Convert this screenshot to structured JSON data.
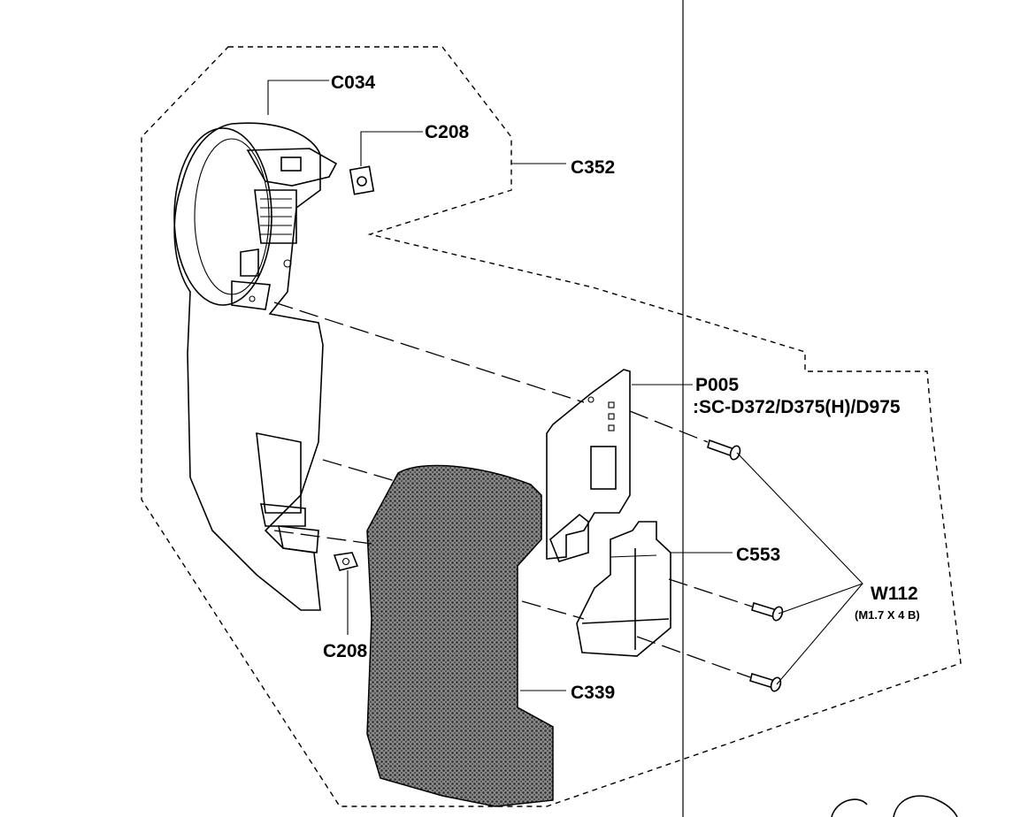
{
  "callouts": {
    "c034": "C034",
    "c208_top": "C208",
    "c352": "C352",
    "p005": "P005",
    "p005_models": ":SC-D372/D375(H)/D975",
    "c553": "C553",
    "w112": "W112",
    "w112_spec": "(M1.7 X 4 B)",
    "c208_bottom": "C208",
    "c339": "C339"
  },
  "colors": {
    "line": "#000000",
    "background": "#ffffff",
    "grip_texture": "#555555"
  }
}
